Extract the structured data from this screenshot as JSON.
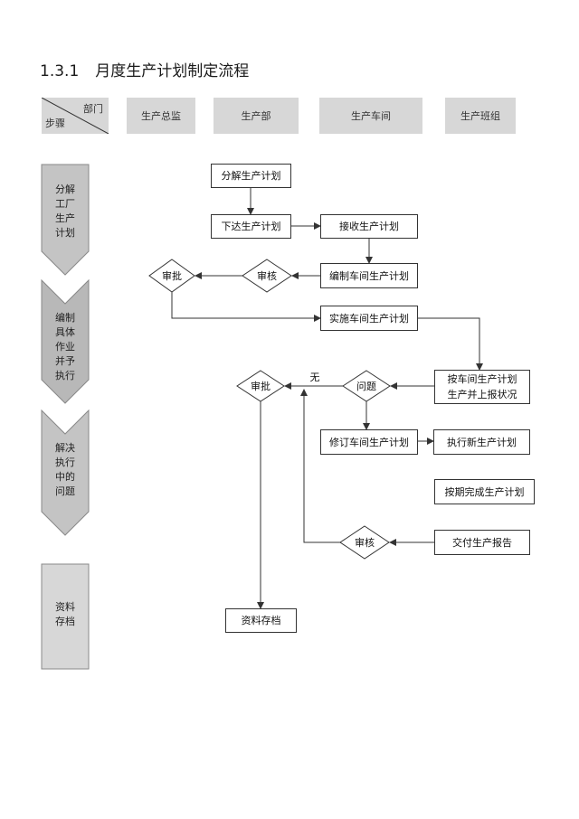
{
  "title": {
    "number": "1.3.1",
    "text": "月度生产计划制定流程"
  },
  "header": {
    "corner_top": "部门",
    "corner_bottom": "步骤",
    "columns": [
      "生产总监",
      "生产部",
      "生产车间",
      "生产班组"
    ]
  },
  "steps": [
    "分解\n工厂\n生产\n计划",
    "编制\n具体\n作业\n并予\n执行",
    "解决\n执行\n中的\n问题",
    "资料\n存档"
  ],
  "boxes": {
    "decompose": "分解生产计划",
    "issue": "下达生产计划",
    "receive": "接收生产计划",
    "compile": "编制车间生产计划",
    "implement": "实施车间生产计划",
    "check_report": "按车间生产计划\n生产并上报状况",
    "revise": "修订车间生产计划",
    "execute_new": "执行新生产计划",
    "complete": "按期完成生产计划",
    "deliver_report": "交付生产报告",
    "archive": "资料存档"
  },
  "diamonds": {
    "approve1": "审批",
    "review1": "审核",
    "approve2": "审批",
    "problem": "问题",
    "review2": "审核"
  },
  "edge_labels": {
    "none": "无"
  },
  "colors": {
    "header_fill": "#d7d7d7",
    "step_fill": "#c4c4c4",
    "step_fill_mid": "#b8b8b8",
    "line": "#333333"
  }
}
